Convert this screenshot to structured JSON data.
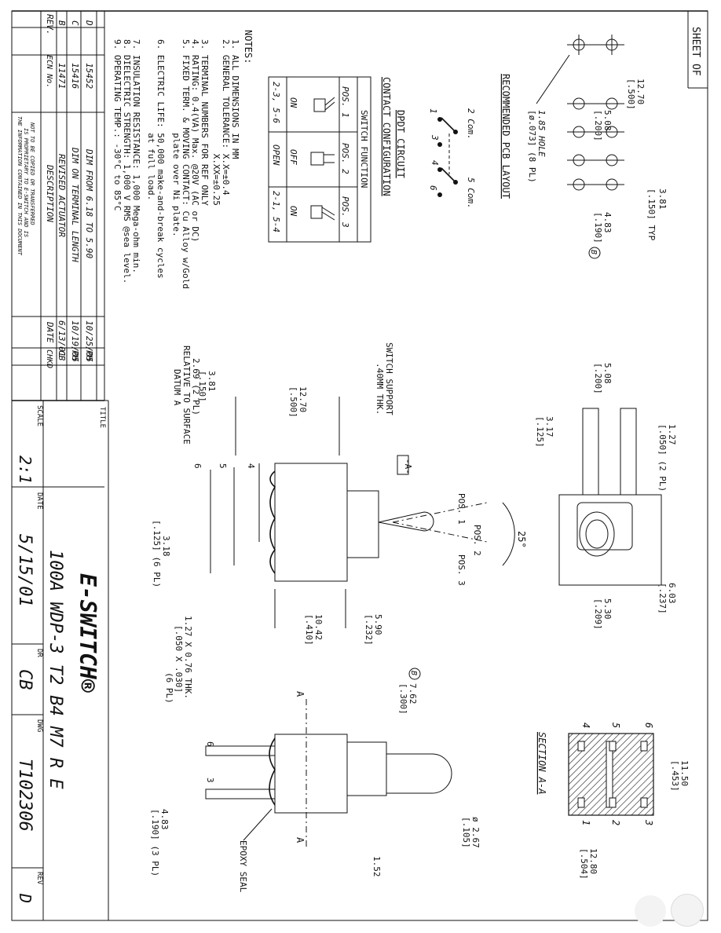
{
  "sheet": {
    "label": "SHEET OF"
  },
  "pcb": {
    "title": "RECOMMENDED PCB LAYOUT",
    "dim_1270": "12.70",
    "dim_500": "[.500]",
    "dim_508": "5.08",
    "dim_200": "[.200]",
    "dim_381": "3.81",
    "dim_150": "[.150] TYP",
    "dim_483": "4.83",
    "dim_190": "[.190]",
    "hole_a": "1.85 HOLE",
    "hole_b": "[ø.073] (8 PL)",
    "rev_mark": "B"
  },
  "circuit": {
    "title": "DPDT CIRCUIT",
    "subtitle": "CONTACT CONFIGURATION",
    "labels": [
      "2 Com.",
      "5 Com.",
      "1",
      "3",
      "4",
      "6"
    ]
  },
  "switch_function": {
    "header": "SWITCH FUNCTION",
    "positions": [
      "POS. 1",
      "POS. 2",
      "POS. 3"
    ],
    "states": [
      "ON",
      "OFF",
      "ON"
    ],
    "contacts": [
      "2-3, 5-6",
      "OPEN",
      "2-1, 5-4"
    ]
  },
  "notes": {
    "title": "NOTES:",
    "lines": [
      "1. ALL DIMENSIONS IN MM",
      "2. GENERAL TOLERANCE: X.X=±0.4",
      "                      X.XX=±0.25",
      "3. TERMINAL NUMBERS FOR REF ONLY",
      "4. RATING: 0.4(VA) Max. @20V (AC or DC)",
      "5. FIXED TERM. & MOVING CONTACT: Cu Alloy w/Gold",
      "                  plate over Ni plate.",
      "6. ELECTRIC LIFE: 50,000 make-and-break cycles",
      "                  at full load.",
      "7. INSULATION RESISTANCE: 1,000 Mega-ohm min.",
      "8. DIELECTRIC STRENGTH: 1,000 V RMS @sea level.",
      "9. OPERATING TEMP.: -30°C to 85°C"
    ]
  },
  "revisions": {
    "headers": [
      "REV.",
      "ECN No.",
      "DESCRIPTION",
      "DATE",
      "CHKD"
    ],
    "rows": [
      [
        "D",
        "15452",
        "DIM FROM 6.18 TO 5.90",
        "10/25/05",
        "PH"
      ],
      [
        "C",
        "15416",
        "DIM ON TERMINAL LENGTH",
        "10/19/05",
        "PH"
      ],
      [
        "B",
        "11471",
        "REVISED ACTUATOR",
        "6/13/01",
        "CB"
      ]
    ],
    "proprietary": [
      "THE INFORMATION CONTAINED IN THIS DOCUMENT",
      "IS PROPRIETARY TO E-SWITCH AND IS",
      "NOT TO BE COPIED OR TRANSFERRED"
    ]
  },
  "title_block": {
    "title_label": "TITLE",
    "title": "100A WDP-3 T2 B4 M7 R E",
    "brand": "E-SWITCH®",
    "scale_label": "SCALE",
    "scale": "2:1",
    "date_label": "DATE",
    "date": "5/15/01",
    "dr_label": "DR",
    "dr": "CB",
    "dwg_label": "DWG",
    "dwg": "T102306",
    "rev_label": "REV",
    "rev": "D"
  },
  "side_view": {
    "support_a": "SWITCH SUPPORT",
    "support_b": ".40MM THK.",
    "datum": "-A-",
    "surf_a": "2.69 (2 PL)",
    "surf_b": "RELATIVE TO SURFACE",
    "surf_c": "DATUM A",
    "dim_381": "3.81",
    "dim_150": "[.150]",
    "dim_1270": "12.70",
    "dim_500": "[.500]",
    "pins": [
      "6",
      "5",
      "4"
    ],
    "dim_318": "3.18",
    "dim_125": "[.125] (6 PL)",
    "dim_1042": "10.42",
    "dim_410": "[.410]",
    "dim_590": "5.90",
    "dim_232": "[.232]",
    "pos1": "POS. 1",
    "pos2": "POS. 2",
    "pos3": "POS. 3",
    "angle": "25°"
  },
  "top_view": {
    "dim_508": "5.08",
    "dim_200": "[.200]",
    "dim_317": "3.17",
    "dim_125": "[.125]",
    "dim_127": "1.27",
    "dim_050": "[.050] (2 PL)",
    "dim_603": "6.03",
    "dim_237": "[.237]",
    "dim_530": "5.30",
    "dim_209": "[.209]"
  },
  "front_view": {
    "term_a": "1.27 X 0.76 THK.",
    "term_b": "[.050 X .030]",
    "term_c": "(6 PL)",
    "dim_762": "7.62",
    "dim_300": "[.300]",
    "rev_mark": "B",
    "dia_267": "ø 2.67",
    "dia_105": "[.105]",
    "dim_152": "1.52",
    "dim_483": "4.83",
    "dim_190": "[.190] (3 PL)",
    "epoxy": "EPOXY SEAL",
    "pins": [
      "6",
      "3"
    ],
    "section_mark": "A"
  },
  "section": {
    "title": "SECTION A-A",
    "dim_1150": "11.50",
    "dim_453": "[.453]",
    "dim_1280": "12.80",
    "dim_504": "[.504]",
    "pins_top": [
      "4",
      "5",
      "6"
    ],
    "pins_bottom": [
      "1",
      "2",
      "3"
    ]
  }
}
